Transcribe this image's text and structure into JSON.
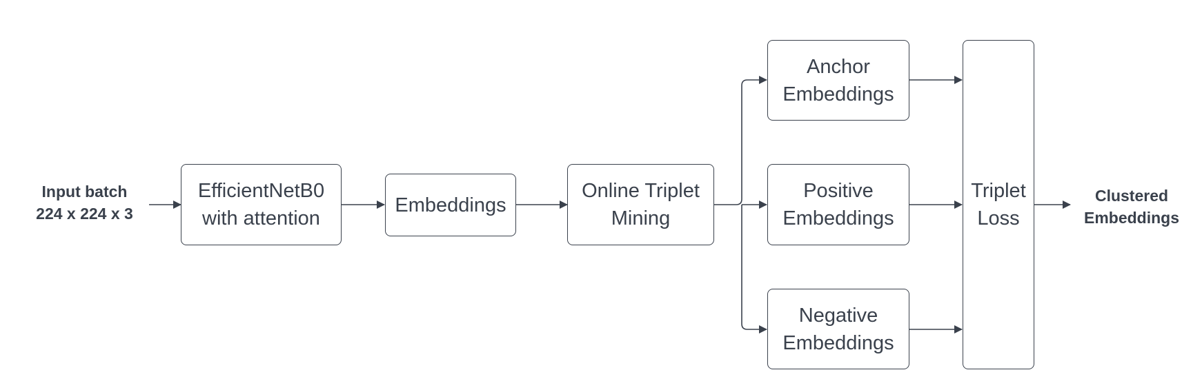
{
  "diagram": {
    "input_label": "Input batch\n224 x 224 x 3",
    "output_label": "Clustered\nEmbeddings",
    "nodes": {
      "backbone": "EfficientNetB0\nwith attention",
      "embeddings": "Embeddings",
      "mining": "Online Triplet\nMining",
      "anchor": "Anchor\nEmbeddings",
      "positive": "Positive\nEmbeddings",
      "negative": "Negative\nEmbeddings",
      "loss": "Triplet\nLoss"
    },
    "colors": {
      "stroke": "#3a414c",
      "background": "#ffffff"
    }
  }
}
